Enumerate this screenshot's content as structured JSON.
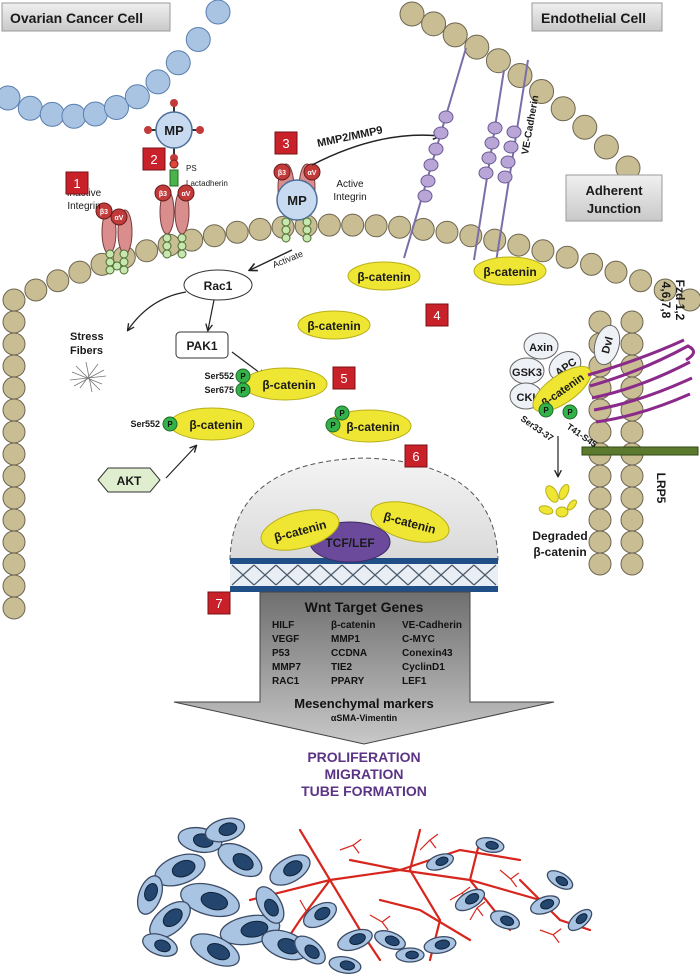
{
  "headers": {
    "ovarian": "Ovarian Cancer Cell",
    "endothelial": "Endothelial Cell",
    "adherent": [
      "Adherent",
      "Junction"
    ]
  },
  "steps": [
    "1",
    "2",
    "3",
    "4",
    "5",
    "6",
    "7"
  ],
  "labels": {
    "mp": "MP",
    "ps": "PS",
    "lactadherin": "Lactadherin",
    "beta3": "β3",
    "alphav": "αV",
    "inactive_integrin": [
      "Inactive",
      "Integrin"
    ],
    "active_integrin": [
      "Active",
      "Integrin"
    ],
    "mmp": "MMP2/MMP9",
    "vecad": "VE-Cadherin",
    "activate": "Activate",
    "rac1": "Rac1",
    "pak1": "PAK1",
    "stress_fibers": [
      "Stress",
      "Fibers"
    ],
    "akt": "AKT",
    "beta_catenin": "β-catenin",
    "p": "P",
    "ser552": "Ser552",
    "ser675": "Ser675",
    "axin": "Axin",
    "apc": "APC",
    "gsk3": "GSK3",
    "cki": "CKI",
    "dvl": "Dvl",
    "fzd": [
      "Fzd 1,2",
      "4,6,7,8"
    ],
    "lrp5": "LRP5",
    "ser33": "Ser33-37",
    "t41": "T41-S45",
    "degraded": [
      "Degraded",
      "β-catenin"
    ],
    "tcf": "TCF/LEF"
  },
  "wnt": {
    "title": "Wnt Target Genes",
    "columns": [
      [
        "HILF",
        "VEGF",
        "P53",
        "MMP7",
        "RAC1"
      ],
      [
        "β-catenin",
        "MMP1",
        "CCDNA",
        "TIE2",
        "PPARY"
      ],
      [
        "VE-Cadherin",
        "C-MYC",
        "Conexin43",
        "CyclinD1",
        "LEF1"
      ]
    ],
    "mesenchymal": "Mesenchymal markers",
    "markers": "αSMA-Vimentin"
  },
  "outcomes": [
    "PROLIFERATION",
    "MIGRATION",
    "TUBE FORMATION"
  ],
  "colors": {
    "membrane": "#c9bd94",
    "membrane_stroke": "#6e6650",
    "ecm_blue": "#a9c3e2",
    "beta_catenin": "#eee632",
    "phospho": "#33b24a",
    "step_red": "#c8212a",
    "integrin": "#d98d8d",
    "outcome_purple": "#5b3486",
    "vessel_red": "#d7261e"
  }
}
